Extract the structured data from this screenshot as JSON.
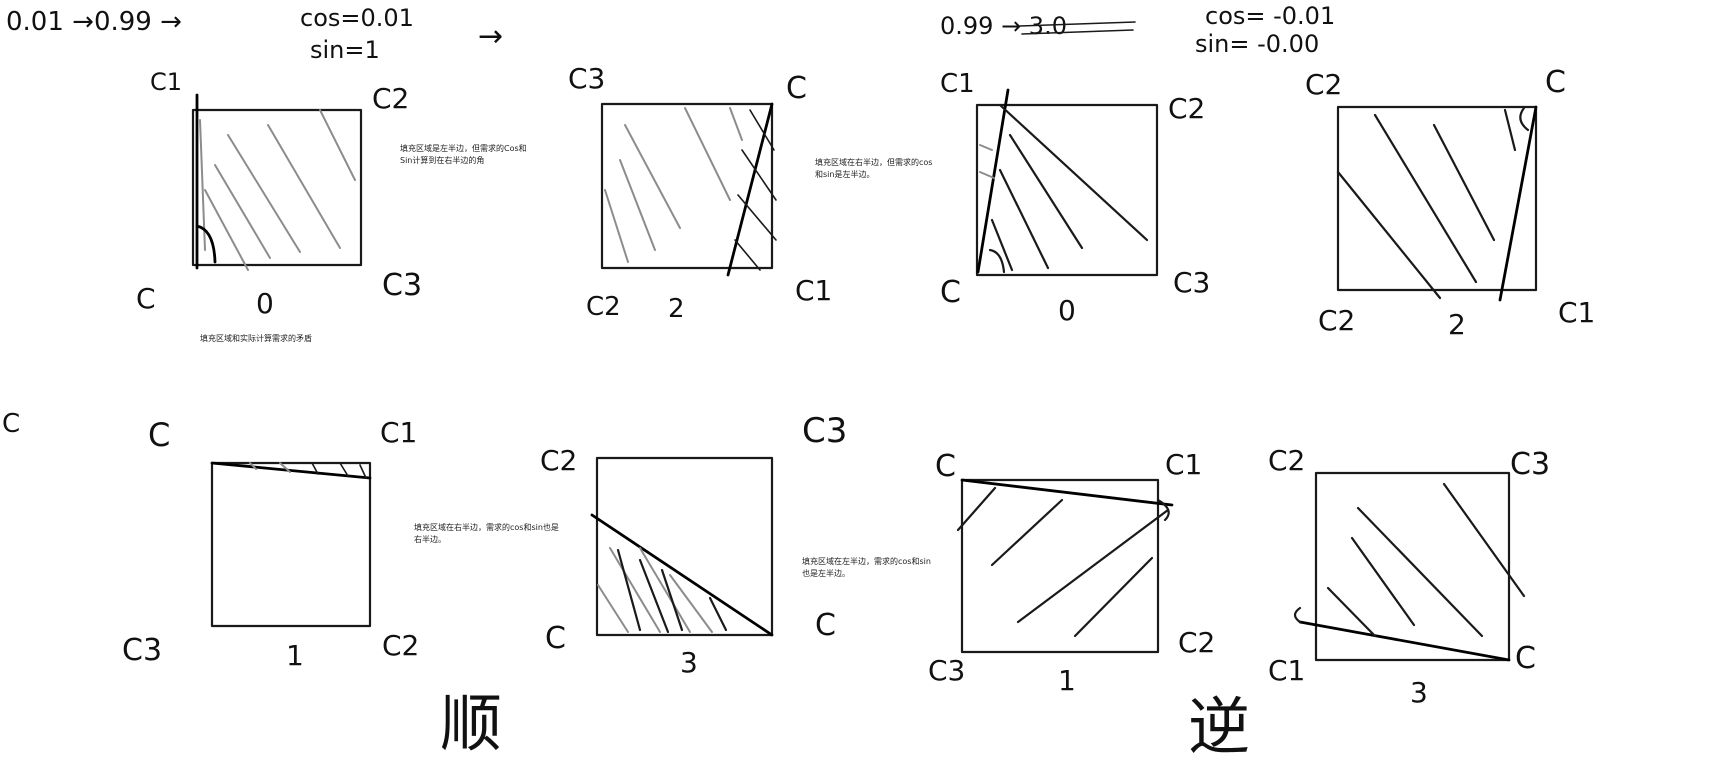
{
  "header": {
    "left_formula": "0.01 →0.99 →",
    "cos_left": "cos=0.01",
    "sin_left": "sin=1",
    "arrow": "→",
    "right_formula": "0.99 → 3.0",
    "cos_right": "cos= -0.01",
    "sin_right": "sin= -0.00"
  },
  "notes": {
    "fig1": "填充区域是左半边，但需求的Cos和Sin计算到在右半边的角",
    "fig1_bottom": "填充区域和实际计算需求的矛盾",
    "fig2": "填充区域在右半边，但需求的cos和sin是左半边。",
    "fig5": "填充区域在右半边，需求的cos和sin也是右半边。",
    "fig6": "填充区域在左半边，需求的cos和sin也是左半边。"
  },
  "labels": {
    "c": "C",
    "c1": "C1",
    "c2": "C2",
    "c3": "C3",
    "n0": "0",
    "n1": "1",
    "n2": "2",
    "n3": "3",
    "shun": "顺",
    "ni": "逆"
  }
}
